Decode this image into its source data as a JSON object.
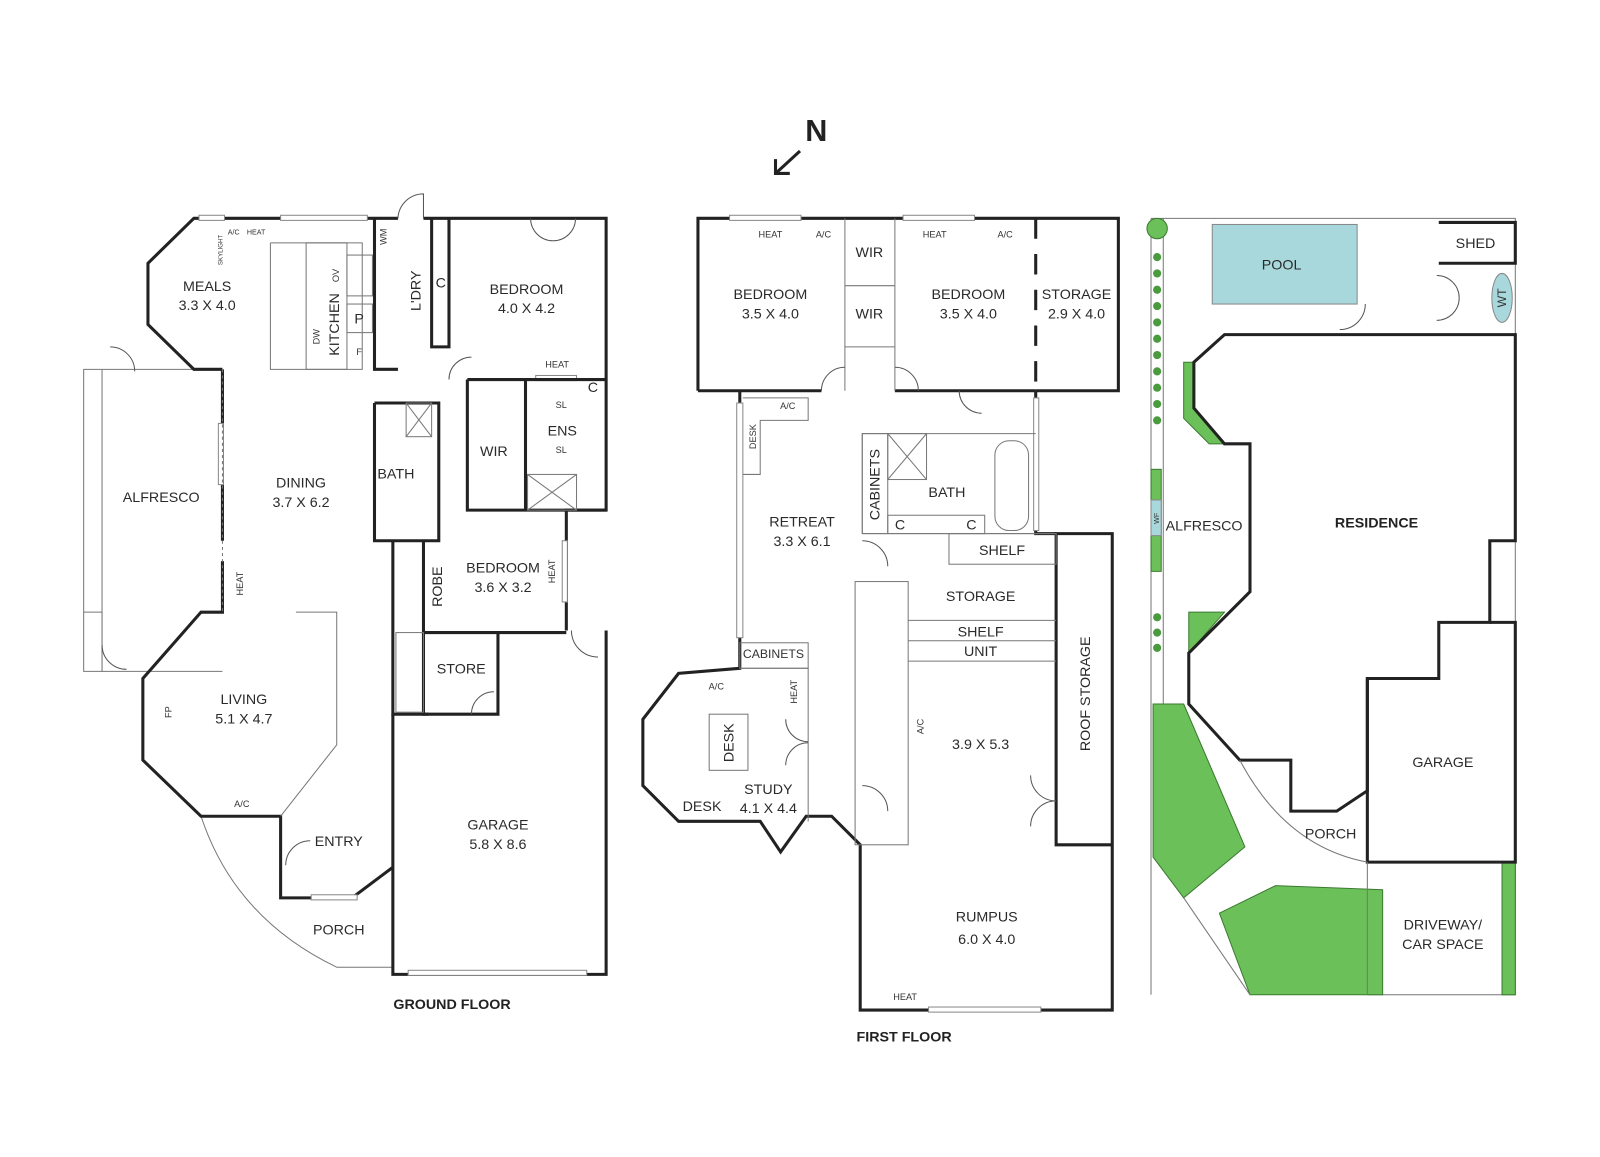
{
  "compass": {
    "label": "N",
    "icon": "north-arrow-icon"
  },
  "colors": {
    "wall": "#222222",
    "pool": "#a9d8dc",
    "greenery": "#6cc05a"
  },
  "ground_floor": {
    "title": "GROUND FLOOR",
    "rooms": {
      "meals": {
        "name": "MEALS",
        "size": "3.3 X 4.0"
      },
      "kitchen": {
        "name": "KITCHEN"
      },
      "laundry": {
        "name": "L'DRY"
      },
      "bedroom1": {
        "name": "BEDROOM",
        "size": "4.0 X 4.2"
      },
      "alfresco": {
        "name": "ALFRESCO"
      },
      "dining": {
        "name": "DINING",
        "size": "3.7 X 6.2"
      },
      "bath": {
        "name": "BATH"
      },
      "wir": {
        "name": "WIR"
      },
      "ensuite": {
        "name": "ENS"
      },
      "bedroom2": {
        "name": "BEDROOM",
        "size": "3.6 X 3.2"
      },
      "robe": {
        "name": "ROBE"
      },
      "living": {
        "name": "LIVING",
        "size": "5.1 X 4.7"
      },
      "store": {
        "name": "STORE"
      },
      "entry": {
        "name": "ENTRY"
      },
      "garage": {
        "name": "GARAGE",
        "size": "5.8 X 8.6"
      },
      "porch": {
        "name": "PORCH"
      }
    },
    "fixtures": {
      "ac_meals": "A/C",
      "heat_meals": "HEAT",
      "skylight": "SKYLIGHT",
      "wm": "WM",
      "ov": "OV",
      "dw": "DW",
      "pantry": "P",
      "fridge": "F",
      "cupboard_ldry": "C",
      "cupboard_ens": "C",
      "sl1": "SL",
      "sl2": "SL",
      "heat_ens": "HEAT",
      "heat_bed2": "HEAT",
      "heat_living": "HEAT",
      "fp": "FP",
      "ac_living": "A/C"
    }
  },
  "first_floor": {
    "title": "FIRST FLOOR",
    "rooms": {
      "bedroom1": {
        "name": "BEDROOM",
        "size": "3.5 X 4.0"
      },
      "wir1": {
        "name": "WIR"
      },
      "wir2": {
        "name": "WIR"
      },
      "bedroom2": {
        "name": "BEDROOM",
        "size": "3.5 X 4.0"
      },
      "storage1": {
        "name": "STORAGE",
        "size": "2.9 X 4.0"
      },
      "retreat": {
        "name": "RETREAT",
        "size": "3.3 X 6.1"
      },
      "cabinets1": {
        "name": "CABINETS"
      },
      "bath": {
        "name": "BATH"
      },
      "shelf1": {
        "name": "SHELF"
      },
      "storage2": {
        "name": "STORAGE"
      },
      "shelf_unit": {
        "line1": "SHELF",
        "line2": "UNIT"
      },
      "roof_storage": {
        "name": "ROOF STORAGE"
      },
      "room_39": {
        "size": "3.9 X 5.3"
      },
      "cabinets2": {
        "name": "CABINETS"
      },
      "desk1": {
        "name": "DESK"
      },
      "study": {
        "name": "STUDY",
        "size": "4.1 X 4.4"
      },
      "desk2": {
        "name": "DESK"
      },
      "rumpus": {
        "name": "RUMPUS",
        "size": "6.0 X 4.0"
      }
    },
    "fixtures": {
      "heat1": "HEAT",
      "ac1": "A/C",
      "heat2": "HEAT",
      "ac2": "A/C",
      "ac_retreat": "A/C",
      "desk_retreat": "DESK",
      "c1": "C",
      "c2": "C",
      "ac_study": "A/C",
      "heat_study": "HEAT",
      "ac_stair": "A/C",
      "heat_rumpus": "HEAT"
    }
  },
  "site": {
    "pool": "POOL",
    "shed": "SHED",
    "wt": "WT",
    "alfresco": "ALFRESCO",
    "wf": "WF",
    "residence": "RESIDENCE",
    "garage": "GARAGE",
    "porch": "PORCH",
    "driveway_line1": "DRIVEWAY/",
    "driveway_line2": "CAR SPACE"
  }
}
